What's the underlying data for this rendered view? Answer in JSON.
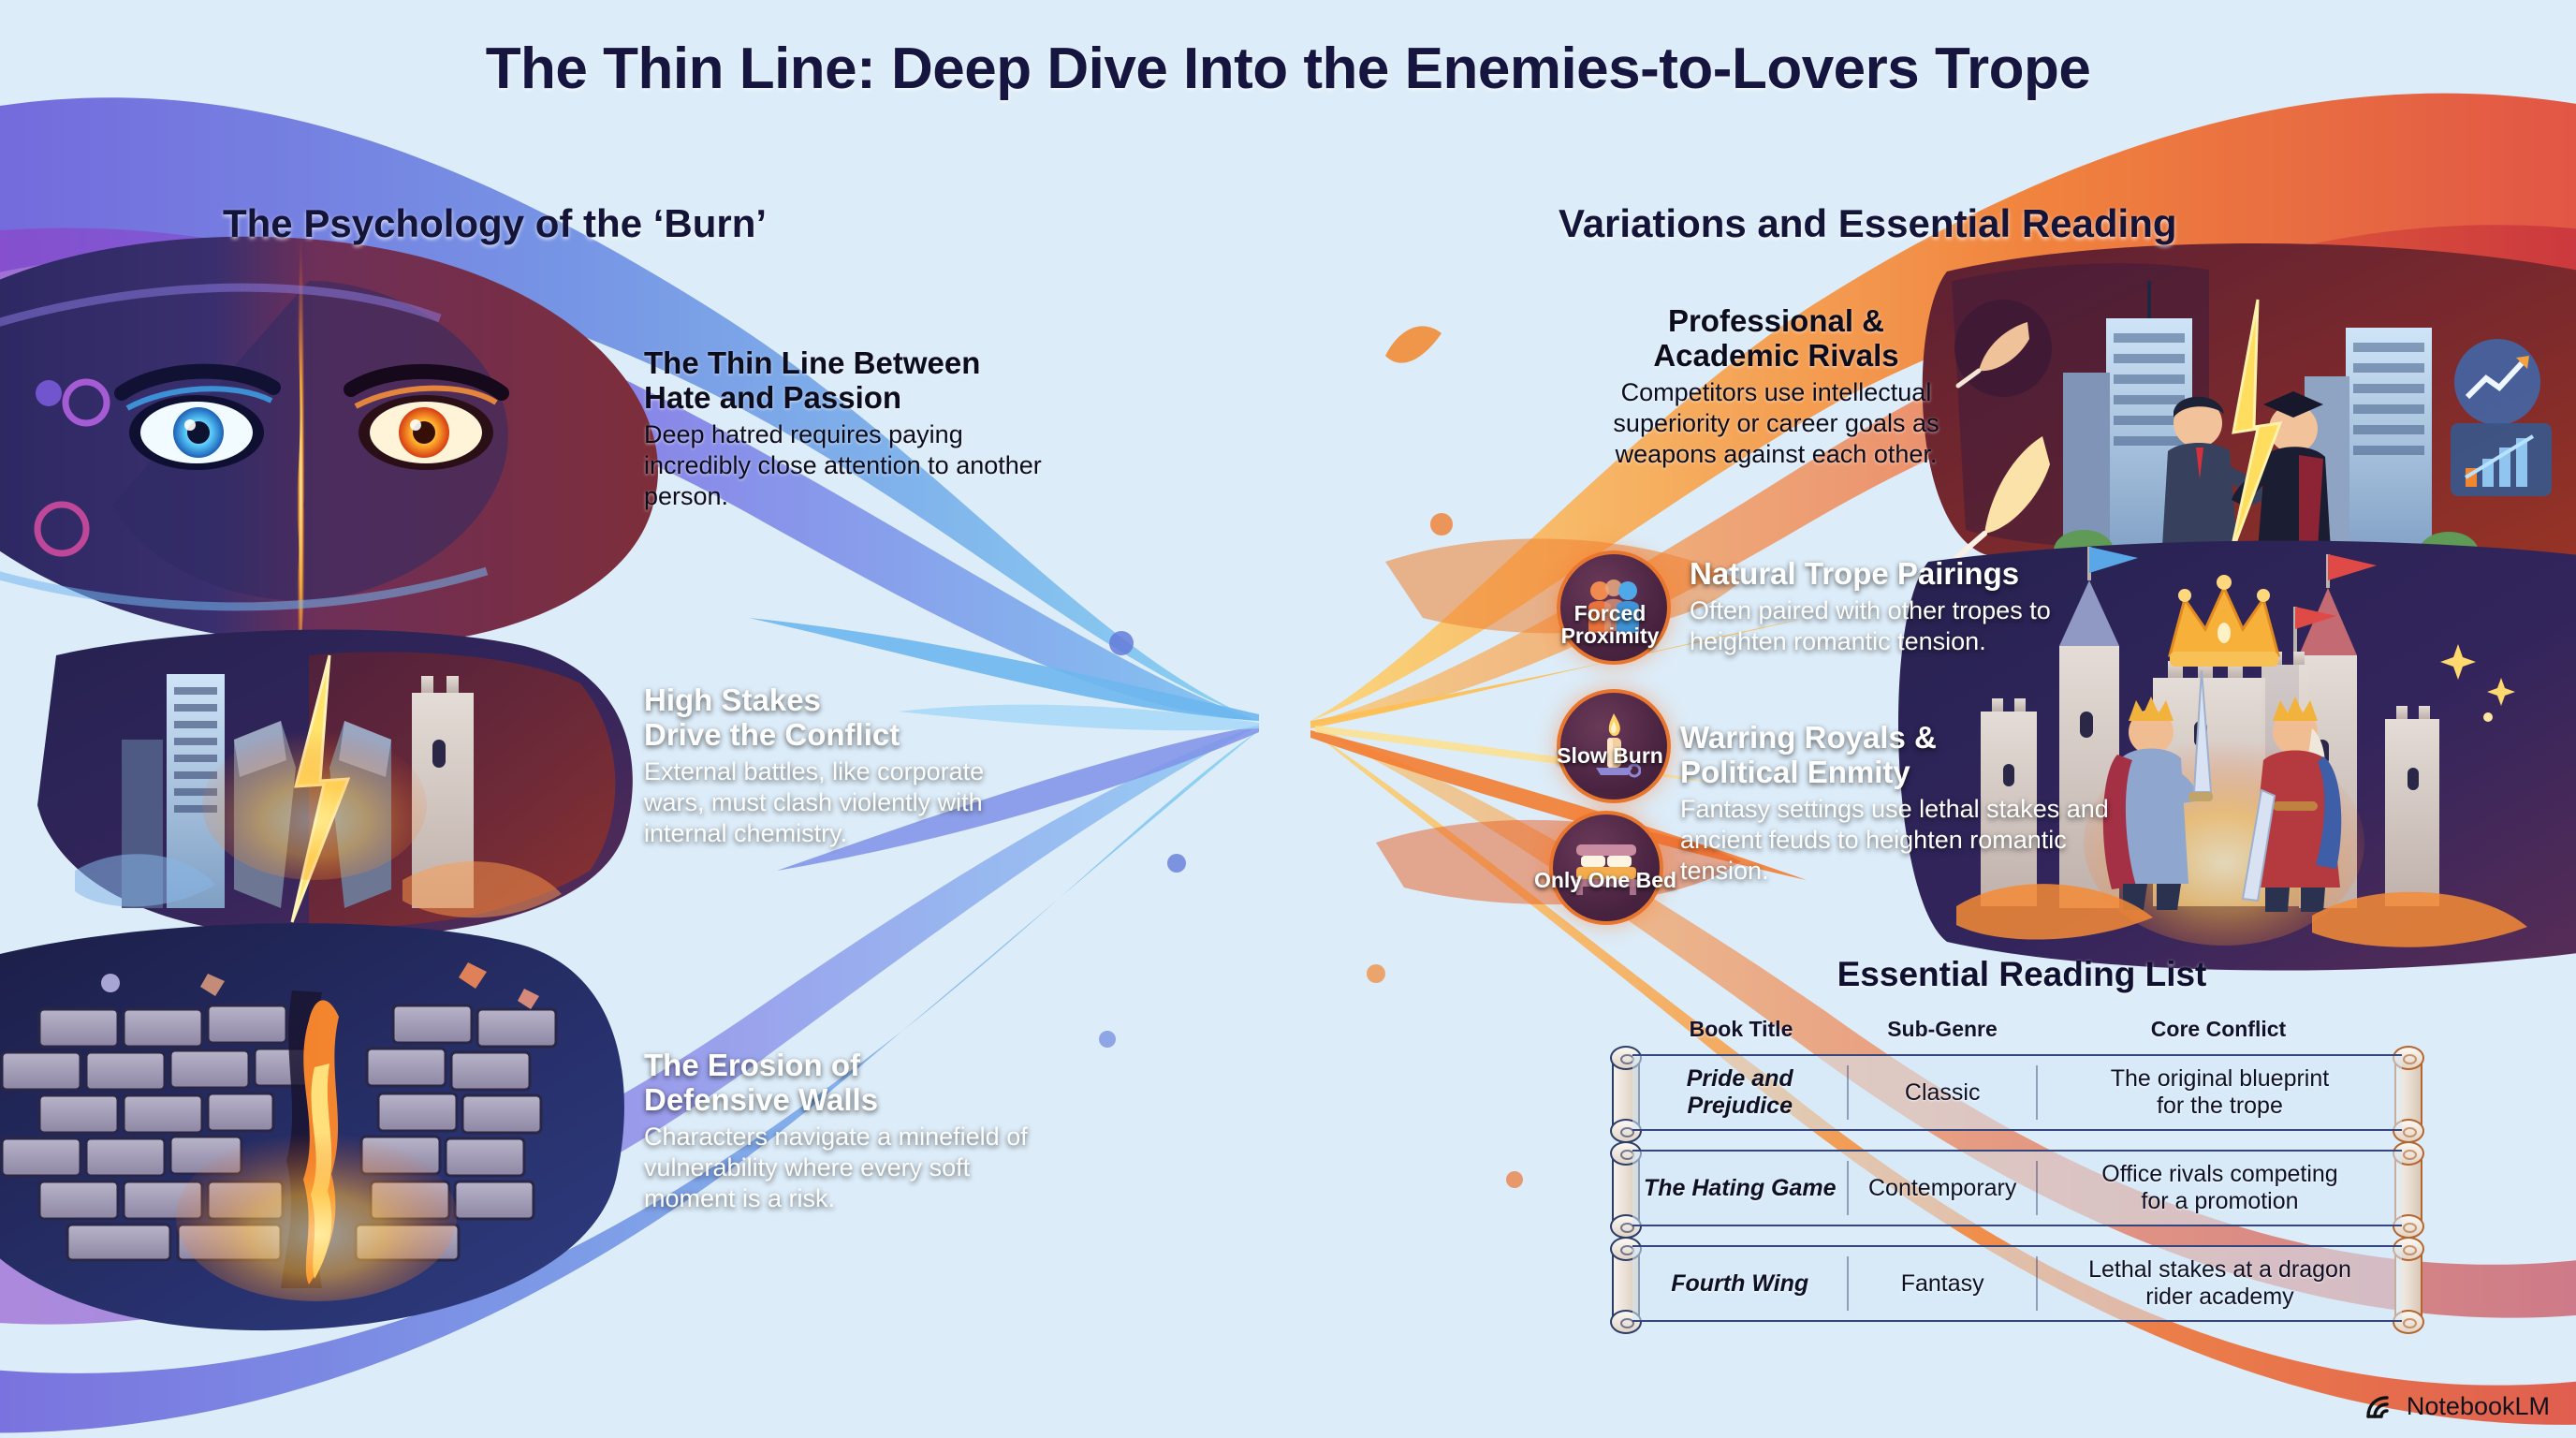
{
  "title": "The Thin Line: Deep Dive Into the Enemies-to-Lovers Trope",
  "colors": {
    "background": "#dcecf8",
    "title_text": "#151540",
    "cool_ribbon": "#4f63c8",
    "warm_ribbon": "#f2701e",
    "badge_ring": "#e8762e",
    "scroll_rod_left": "#2c3d68",
    "scroll_rod_right": "#b5652f"
  },
  "left_column": {
    "heading": "The Psychology of the ‘Burn’",
    "blocks": [
      {
        "title_line1": "The Thin Line Between",
        "title_line2": "Hate and Passion",
        "body": "Deep hatred requires paying incredibly close attention to another person.",
        "illustration": "duel-eyes-blue-and-fire"
      },
      {
        "title_line1": "High Stakes",
        "title_line2": "Drive the Conflict",
        "body": "External battles, like corporate wars, must clash violently with internal chemistry.",
        "illustration": "clashing-knights-lightning-city-castle"
      },
      {
        "title_line1": "The Erosion of",
        "title_line2": "Defensive Walls",
        "body": "Characters navigate a minefield of vulnerability where every soft moment is a risk.",
        "illustration": "cracked-stone-wall-with-fire"
      }
    ]
  },
  "right_column": {
    "heading": "Variations and Essential Reading",
    "blocks": [
      {
        "title_line1": "Professional &",
        "title_line2": "Academic Rivals",
        "body": "Competitors use intellectual superiority or career goals as weapons against each other.",
        "illustration": "businessman-vs-academic-lightning"
      },
      {
        "title_line1": "Natural Trope Pairings",
        "title_line2": "",
        "body": "Often paired with other tropes to heighten romantic tension.",
        "illustration": ""
      },
      {
        "title_line1": "Warring Royals &",
        "title_line2": "Political Enmity",
        "body": "Fantasy settings use lethal stakes and ancient feuds to heighten romantic tension.",
        "illustration": "king-and-queen-with-swords-castle"
      }
    ],
    "trope_badges": [
      {
        "label_line1": "Forced",
        "label_line2": "Proximity",
        "icon": "two-people-icon"
      },
      {
        "label_line1": "Slow Burn",
        "label_line2": "",
        "icon": "candle-icon"
      },
      {
        "label_line1": "Only One Bed",
        "label_line2": "",
        "icon": "bed-icon"
      }
    ]
  },
  "reading_list": {
    "title": "Essential Reading List",
    "columns": [
      "Book Title",
      "Sub-Genre",
      "Core Conflict"
    ],
    "rows": [
      {
        "book_title": "Pride and Prejudice",
        "sub_genre": "Classic",
        "core_conflict_line1": "The original blueprint",
        "core_conflict_line2": "for the trope"
      },
      {
        "book_title": "The Hating Game",
        "sub_genre": "Contemporary",
        "core_conflict_line1": "Office rivals competing",
        "core_conflict_line2": "for a promotion"
      },
      {
        "book_title": "Fourth Wing",
        "sub_genre": "Fantasy",
        "core_conflict_line1": "Lethal stakes at a dragon",
        "core_conflict_line2": "rider academy"
      }
    ]
  },
  "watermark": {
    "label": "NotebookLM",
    "icon": "notebooklm-logo-icon"
  }
}
